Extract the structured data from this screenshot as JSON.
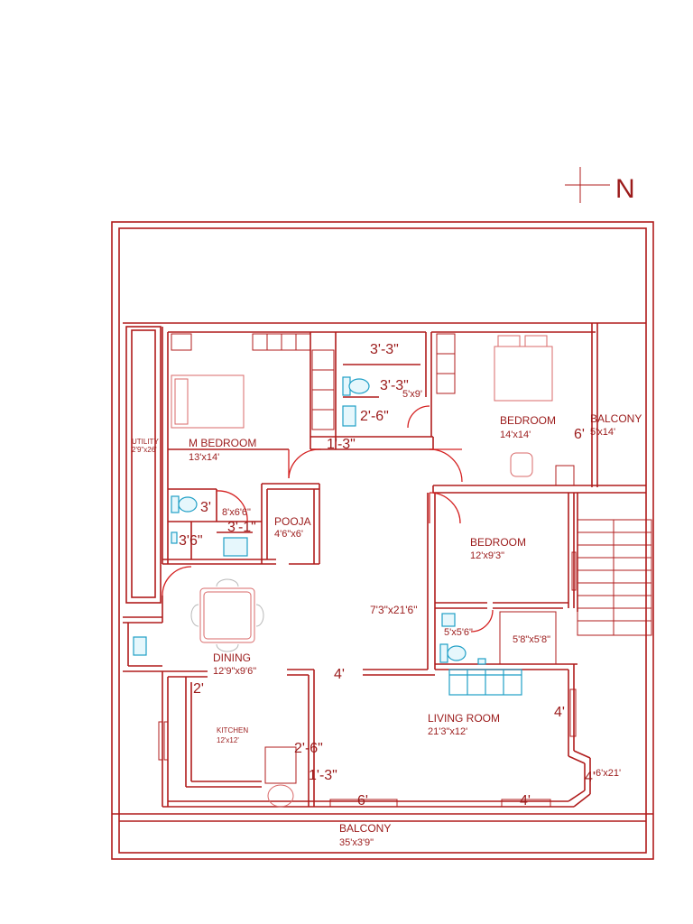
{
  "north": {
    "label": "N"
  },
  "rooms": {
    "utility": {
      "name": "UTILITY",
      "size": "2'9\"x26'"
    },
    "m_bedroom": {
      "name": "M BEDROOM",
      "size": "13'x14'"
    },
    "bedroom_1": {
      "name": "BEDROOM",
      "size": "14'x14'"
    },
    "balcony_side": {
      "name": "BALCONY",
      "size": "5'x14'"
    },
    "pooja": {
      "name": "POOJA",
      "size": "4'6\"x6'"
    },
    "bedroom_2": {
      "name": "BEDROOM",
      "size": "12'x9'3\""
    },
    "dining": {
      "name": "DINING",
      "size": "12'9\"x9'6\""
    },
    "passage": {
      "size": "7'3\"x21'6\""
    },
    "kitchen": {
      "name": "KITCHEN",
      "size": "12'x12'"
    },
    "living": {
      "name": "LIVING ROOM",
      "size": "21'3\"x12'"
    },
    "store": {
      "size": "5'8\"x5'8\""
    },
    "toilet_small": {
      "size": "5'x5'6\""
    },
    "toilet_top": {
      "size": "5'x9'"
    },
    "dressing": {
      "size": "8'x6'6\""
    },
    "balcony_front": {
      "name": "BALCONY",
      "size": "35'x3'9\""
    },
    "bay": {
      "size": "6'x21'"
    }
  },
  "dimensions": {
    "d_3_3_top": "3'-3\"",
    "d_3_3_mid": "3'-3\"",
    "d_2_6_toilet": "2'-6\"",
    "d_1_3_door": "1'-3\"",
    "d_3_bath": "3'",
    "d_3_1": "3'-1\"",
    "d_3_6": "3'6\"",
    "d_6_balcony": "6'",
    "d_4_passage": "4'",
    "d_2_kitchen": "2'",
    "d_2_6_kitchen": "2'-6\"",
    "d_1_3_kitchen": "1'-3\"",
    "d_4_living_right": "4'",
    "d_4_bay": "4'",
    "d_6_window": "6'",
    "d_4_window": "4'"
  },
  "colors": {
    "walls": "#b01c1c",
    "text": "#9b1b1b",
    "fixtures": "#1f9fc6",
    "doors": "#d42020"
  }
}
